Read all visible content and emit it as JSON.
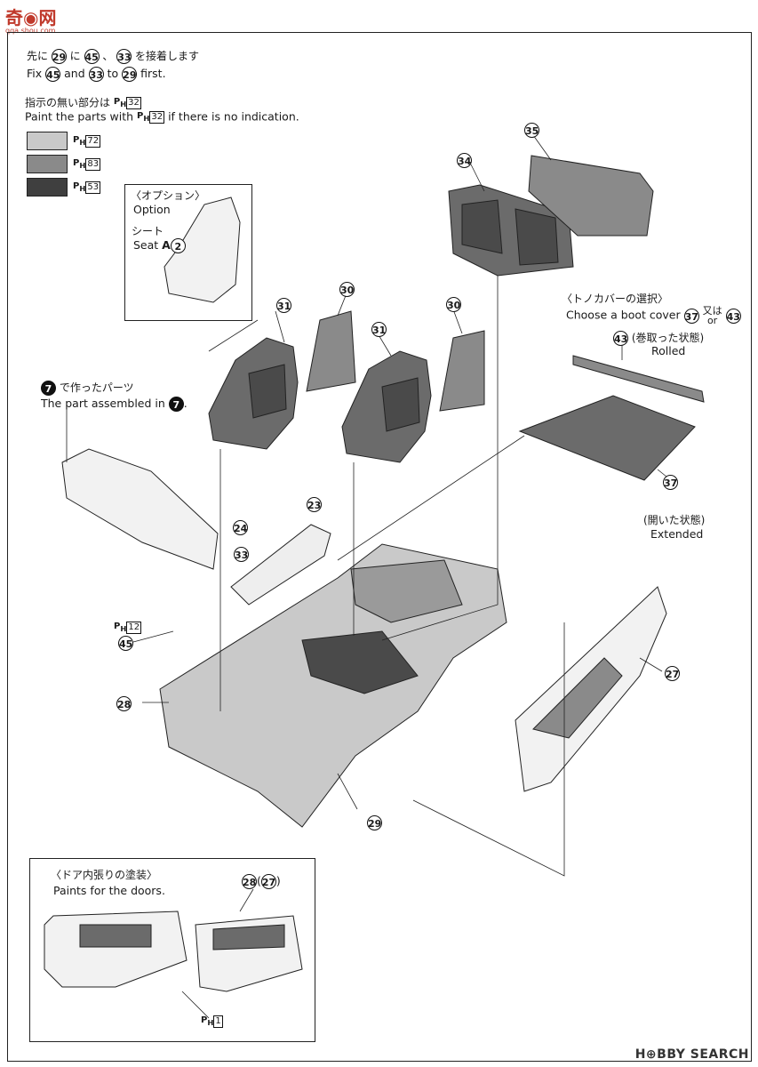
{
  "site_logo": {
    "mark": "奇◉网",
    "sub": "qqa.shou.com"
  },
  "watermark": "H⊕BBY SEARCH",
  "instructions": {
    "first_jp": [
      "先に",
      "に",
      "、",
      "を接着します"
    ],
    "first_en": [
      "Fix",
      "and",
      "to",
      "first."
    ],
    "nums": {
      "a": "29",
      "b": "45",
      "c": "33"
    },
    "paint_jp": "指示の無い部分は",
    "paint_en_a": "Paint the parts with",
    "paint_en_b": "if there is no indication.",
    "paint_default": "32"
  },
  "swatches": [
    {
      "code": "72",
      "color": "#c9c9c9"
    },
    {
      "code": "83",
      "color": "#8a8a8a"
    },
    {
      "code": "53",
      "color": "#3f3f3f"
    }
  ],
  "option_box": {
    "title": "〈オプション〉",
    "title_en": "Option",
    "seat_jp": "シート",
    "seat_en": "Seat",
    "part_letter": "A",
    "part_num": "2"
  },
  "boot_cover": {
    "title_jp": "〈トノカバーの選択〉",
    "or_jp": "又は",
    "title_en": "Choose a boot cover",
    "or_en": "or",
    "rolled_jp": "(巻取った状態)",
    "rolled_en": "Rolled",
    "extended_jp": "(開いた状態)",
    "extended_en": "Extended"
  },
  "dash_label": {
    "jp": "で作ったパーツ",
    "en": "The part assembled in",
    "num": "7"
  },
  "door_box": {
    "title_jp": "〈ドア内張りの塗装〉",
    "title_en": "Paints for the doors.",
    "parts": "28",
    "parts_alt": "27",
    "paint": "1"
  },
  "part_labels": {
    "p35": "35",
    "p34": "34",
    "p30a": "30",
    "p31a": "31",
    "p30b": "30",
    "p31b": "31",
    "p37": "37",
    "p43": "43",
    "p23": "23",
    "p24": "24",
    "p33": "33",
    "p45": "45",
    "p28": "28",
    "p27": "27",
    "p29": "29",
    "ph12": "12"
  }
}
